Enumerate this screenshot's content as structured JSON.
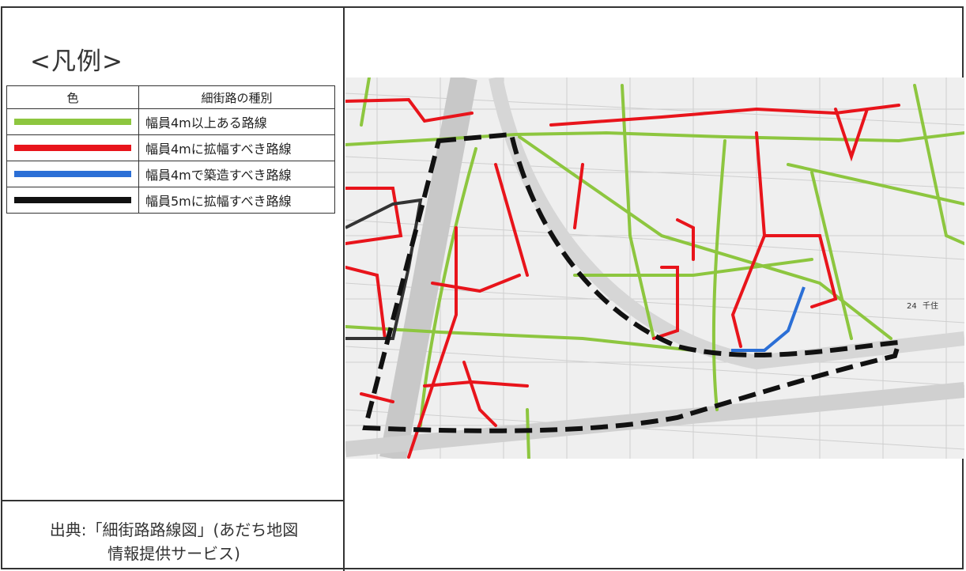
{
  "legend": {
    "title": "<凡例>",
    "header_color": "色",
    "header_type": "細街路の種別",
    "items": [
      {
        "color": "#8dc63f",
        "label": "幅員4m以上ある路線"
      },
      {
        "color": "#e8141b",
        "label": "幅員4mに拡幅すべき路線"
      },
      {
        "color": "#2b6fd6",
        "label": "幅員4mで築造すべき路線"
      },
      {
        "color": "#111111",
        "label": "幅員5mに拡幅すべき路線"
      }
    ]
  },
  "source": {
    "line1": "出典:「細街路路線図」(あだち地図",
    "line2": "情報提供サービス)"
  },
  "map": {
    "labels": [
      "24",
      "千住"
    ]
  }
}
